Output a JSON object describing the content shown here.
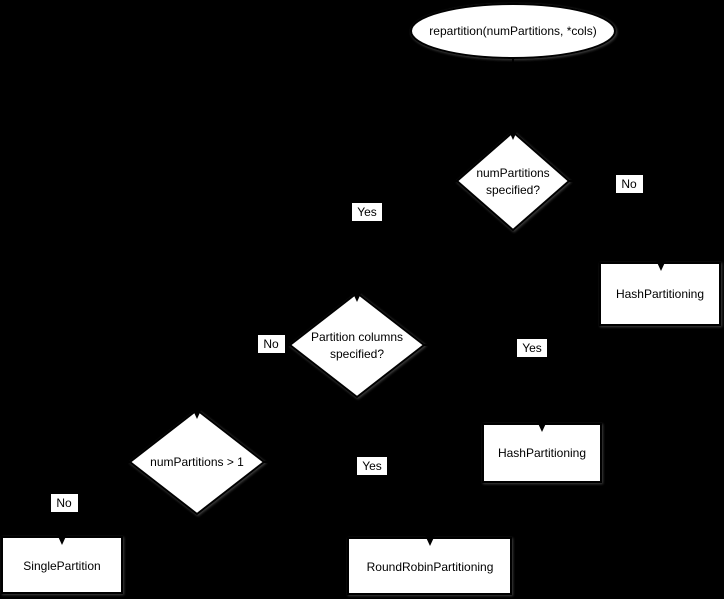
{
  "diagram": {
    "title": "repartition decision flowchart",
    "background_color": "#000000",
    "node_fill_color": "#ffffff",
    "node_border_color": "#000000",
    "text_color": "#000000",
    "shadow_color": "#4a4a4a",
    "nodes": {
      "start": {
        "type": "ellipse",
        "label": "repartition(numPartitions, *cols)"
      },
      "decision_numpartitions": {
        "type": "decision",
        "line1": "numPartitions",
        "line2": "specified?"
      },
      "decision_partition_columns": {
        "type": "decision",
        "line1": "Partition columns",
        "line2": "specified?"
      },
      "decision_numpartitions_gt1": {
        "type": "decision",
        "label": "numPartitions > 1"
      },
      "result_hash_right": {
        "type": "process",
        "label": "HashPartitioning"
      },
      "result_hash_middle": {
        "type": "process",
        "label": "HashPartitioning"
      },
      "result_single": {
        "type": "process",
        "label": "SinglePartition"
      },
      "result_roundrobin": {
        "type": "process",
        "label": "RoundRobinPartitioning"
      }
    },
    "edge_labels": {
      "yes1": "Yes",
      "no1": "No",
      "no2": "No",
      "yes2": "Yes",
      "no3": "No",
      "yes3": "Yes"
    }
  }
}
